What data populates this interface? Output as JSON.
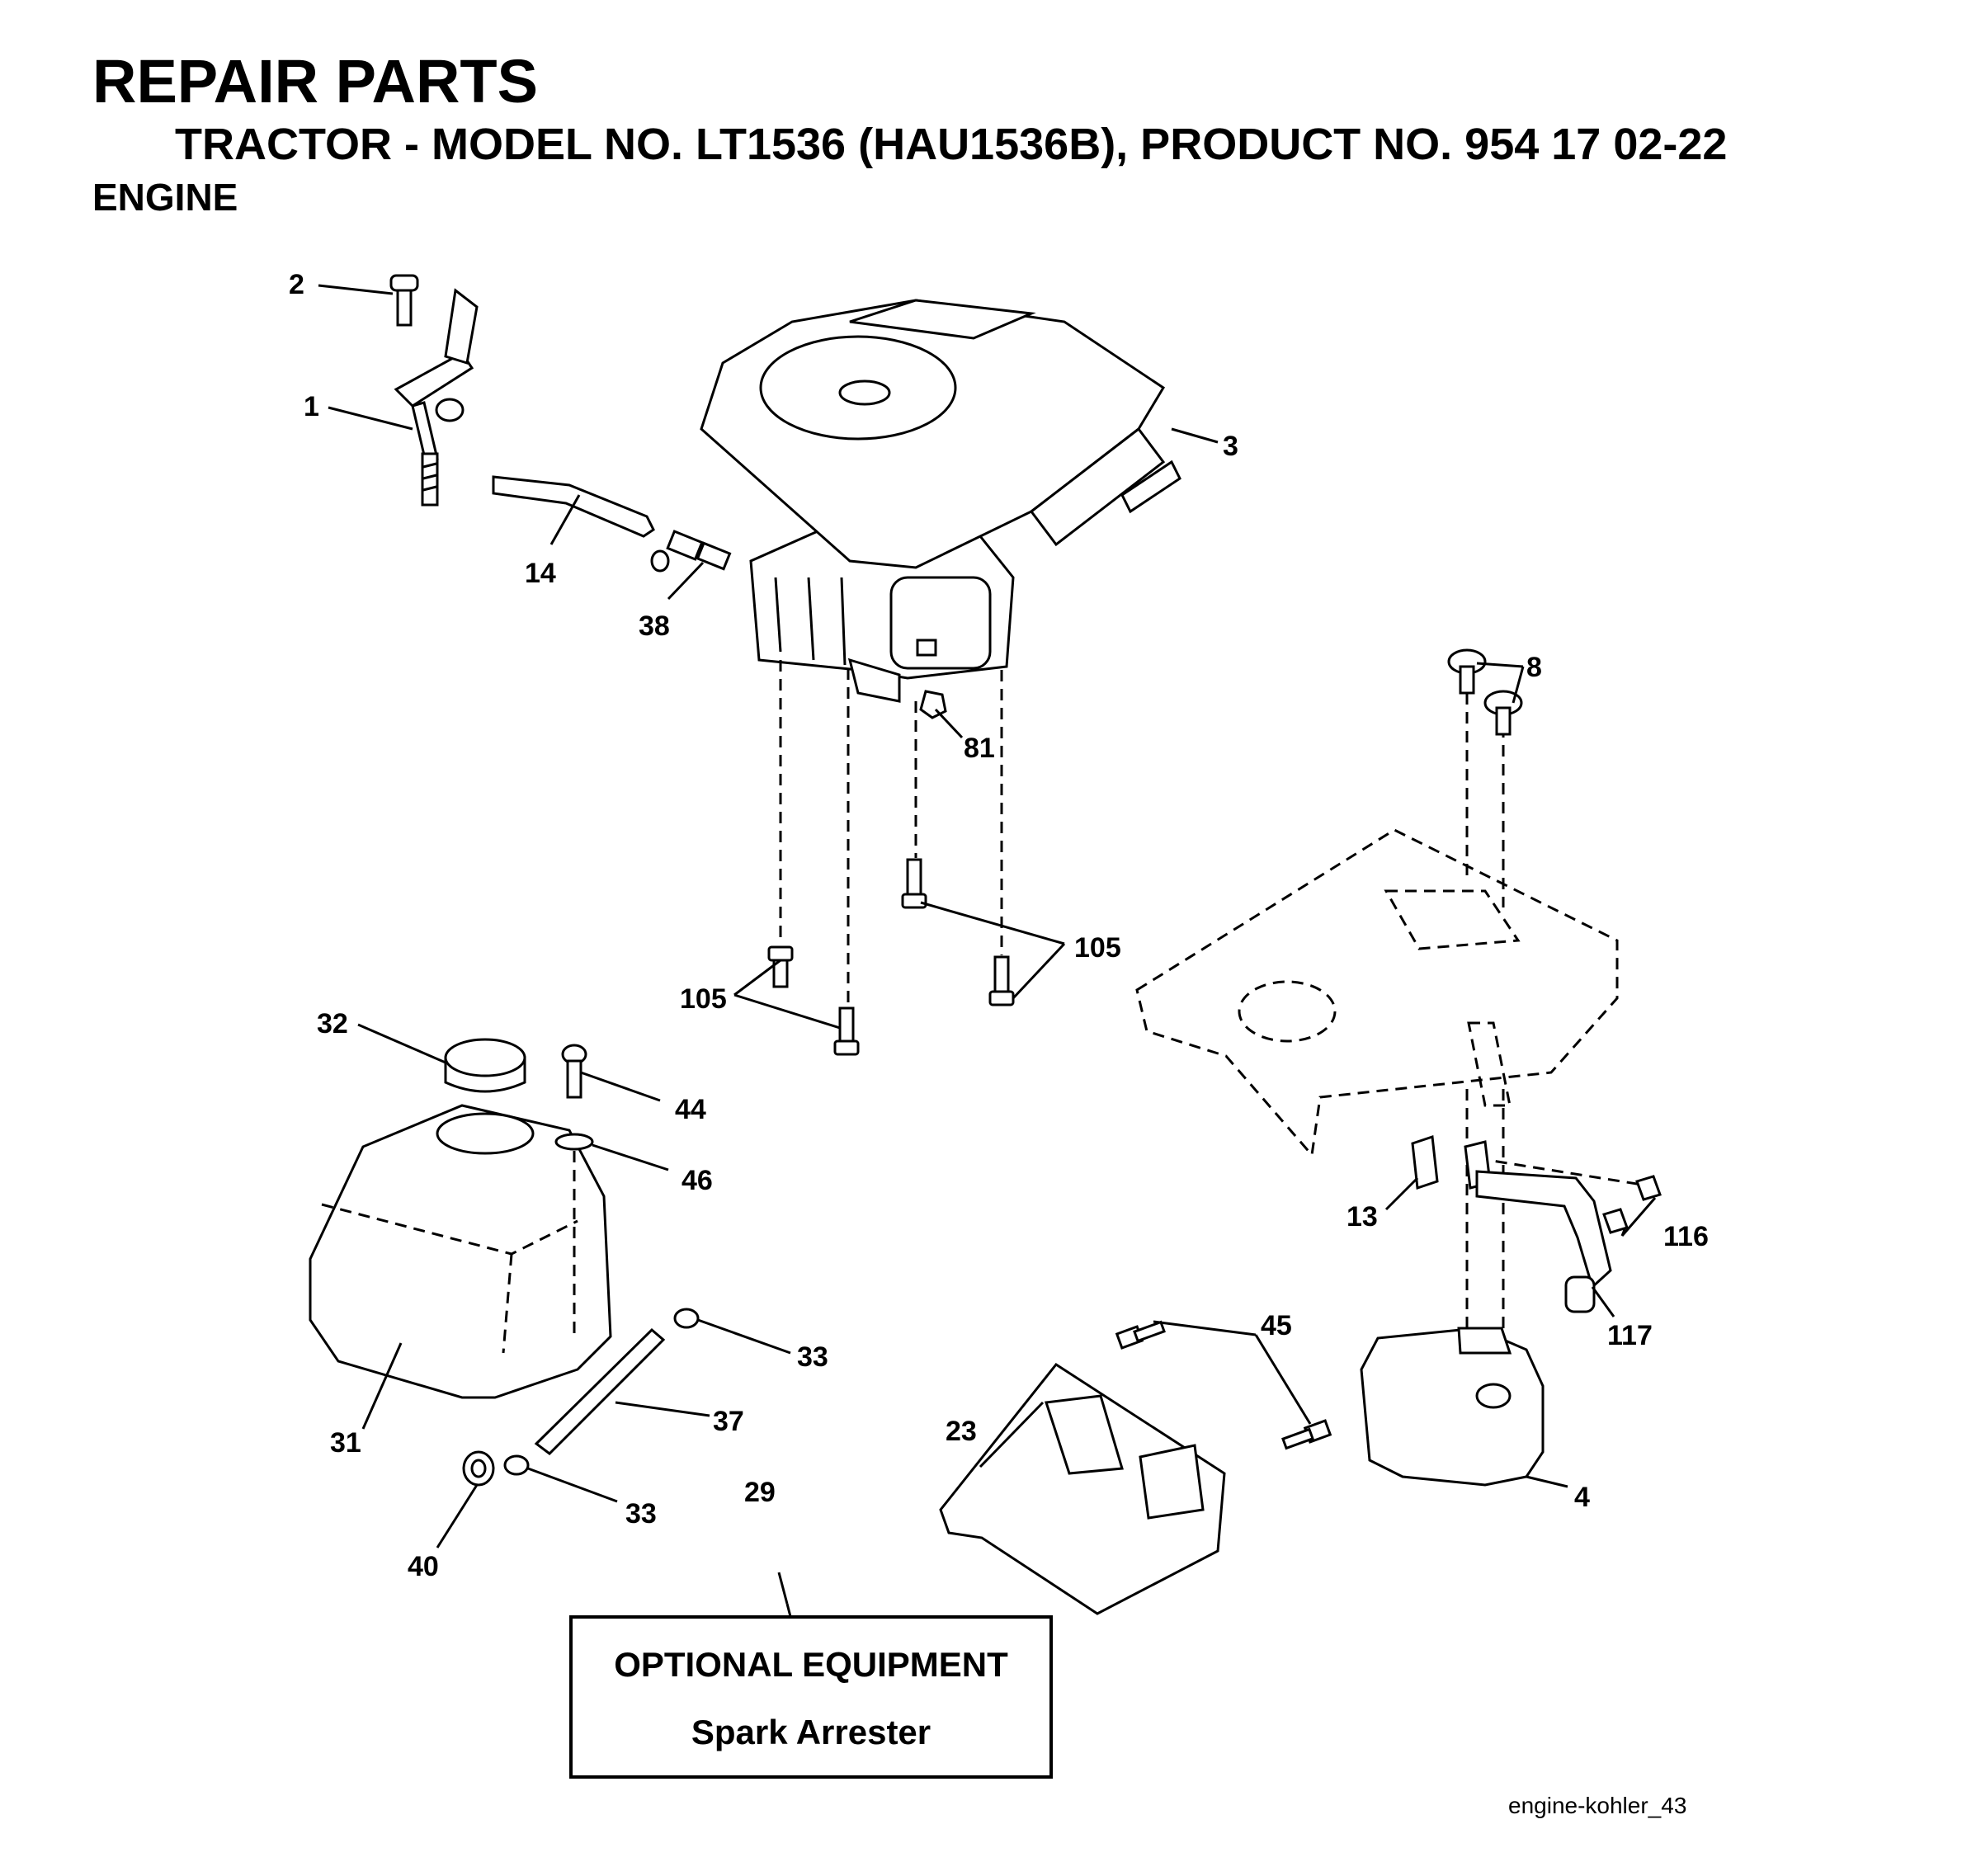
{
  "header": {
    "title": "REPAIR PARTS",
    "subtitle": "TRACTOR - MODEL NO. LT1536 (HAU1536B), PRODUCT NO. 954 17 02-22",
    "section": "ENGINE"
  },
  "callouts": [
    {
      "id": "c1",
      "label": "1"
    },
    {
      "id": "c2",
      "label": "2"
    },
    {
      "id": "c3",
      "label": "3"
    },
    {
      "id": "c4",
      "label": "4"
    },
    {
      "id": "c8",
      "label": "8"
    },
    {
      "id": "c13",
      "label": "13"
    },
    {
      "id": "c14",
      "label": "14"
    },
    {
      "id": "c23",
      "label": "23"
    },
    {
      "id": "c29",
      "label": "29"
    },
    {
      "id": "c31",
      "label": "31"
    },
    {
      "id": "c32",
      "label": "32"
    },
    {
      "id": "c33a",
      "label": "33"
    },
    {
      "id": "c33b",
      "label": "33"
    },
    {
      "id": "c37",
      "label": "37"
    },
    {
      "id": "c38",
      "label": "38"
    },
    {
      "id": "c40",
      "label": "40"
    },
    {
      "id": "c44",
      "label": "44"
    },
    {
      "id": "c45",
      "label": "45"
    },
    {
      "id": "c46",
      "label": "46"
    },
    {
      "id": "c81",
      "label": "81"
    },
    {
      "id": "c105a",
      "label": "105"
    },
    {
      "id": "c105b",
      "label": "105"
    },
    {
      "id": "c116",
      "label": "116"
    },
    {
      "id": "c117",
      "label": "117"
    }
  ],
  "optional_box": {
    "heading": "OPTIONAL EQUIPMENT",
    "item": "Spark Arrester"
  },
  "footer": {
    "code": "engine-kohler_43"
  }
}
